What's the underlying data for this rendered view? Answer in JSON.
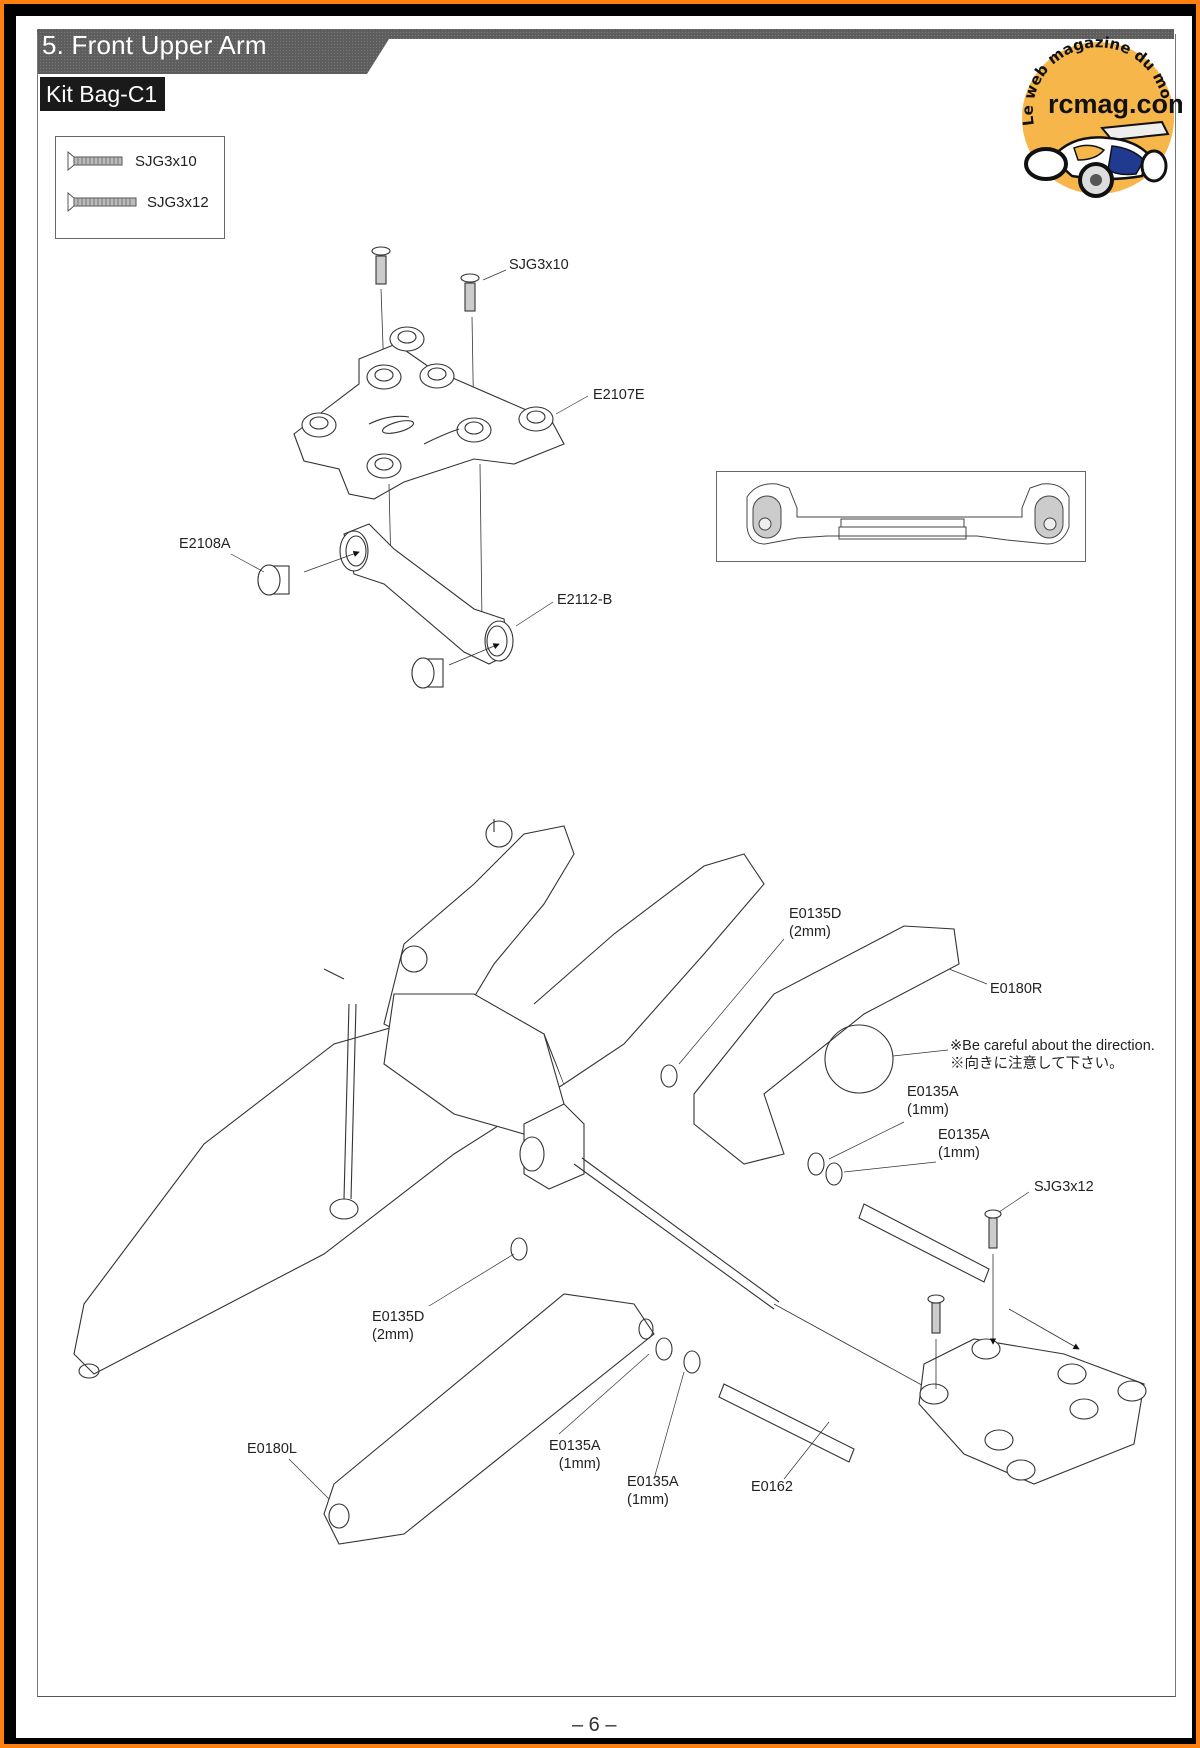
{
  "section": {
    "title": "5. Front Upper Arm",
    "kit_bag": "Kit Bag-C1"
  },
  "parts_list": [
    {
      "name": "SJG3x10",
      "icon": "countersunk-screw-icon"
    },
    {
      "name": "SJG3x12",
      "icon": "countersunk-screw-icon"
    }
  ],
  "logo": {
    "arc_text": "Le web magazine du modelisme",
    "brand": "rcmag.com",
    "colors": {
      "disc": "#f7b64a",
      "body_blue": "#1f3a8f",
      "text": "#111111"
    }
  },
  "upper_diagram": {
    "labels": {
      "screw": "SJG3x10",
      "mount": "E2107E",
      "bushing": "E2108A",
      "arm": "E2112-B"
    }
  },
  "lower_diagram": {
    "labels": {
      "clip_right": {
        "part": "E0135D",
        "note": "(2mm)"
      },
      "arm_right": "E0180R",
      "caution_en": "※Be careful about the direction.",
      "caution_jp": "※向きに注意して下さい。",
      "shim_right_1": {
        "part": "E0135A",
        "note": "(1mm)"
      },
      "shim_right_2": {
        "part": "E0135A",
        "note": "(1mm)"
      },
      "screw_right": "SJG3x12",
      "clip_left": {
        "part": "E0135D",
        "note": "(2mm)"
      },
      "arm_left": "E0180L",
      "shim_left_1": {
        "part": "E0135A",
        "note": "(1mm)"
      },
      "shim_left_2": {
        "part": "E0135A",
        "note": "(1mm)"
      },
      "pin": "E0162"
    }
  },
  "footer": {
    "page_number": "– 6 –"
  },
  "colors": {
    "outer_border": "#ff7f0f",
    "frame": "#000000",
    "header_band": "#5a5a5a",
    "kit_bag_bg": "#1a1a1a"
  }
}
